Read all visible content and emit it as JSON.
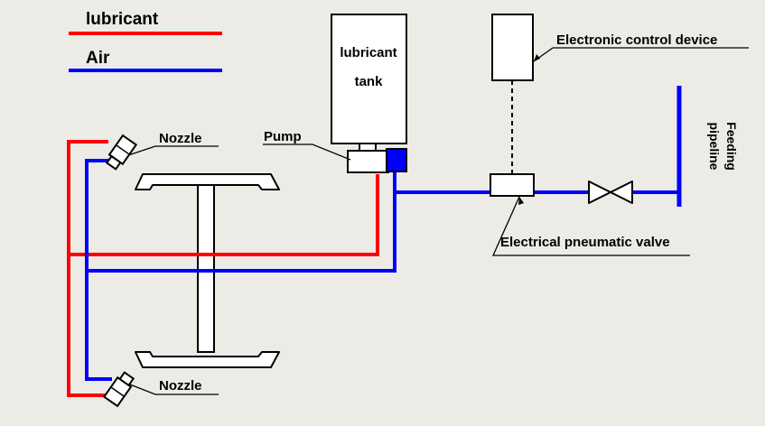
{
  "legend": {
    "lubricant": {
      "label": "lubricant",
      "color": "#ff0000"
    },
    "air": {
      "label": "Air",
      "color": "#0000ff"
    }
  },
  "labels": {
    "tank_line1": "lubricant",
    "tank_line2": "tank",
    "pump": "Pump",
    "nozzle_top": "Nozzle",
    "nozzle_bottom": "Nozzle",
    "control_device": "Electronic control device",
    "pneumatic_valve": "Electrical pneumatic valve",
    "feeding_line1": "Feeding",
    "feeding_line2": "pipeline"
  },
  "colors": {
    "background": "#ecebe6",
    "lubricant_line": "#ff0000",
    "air_line": "#0000ff",
    "pump_block": "#0000ff",
    "outline": "#000000",
    "component_fill": "#ffffff"
  }
}
